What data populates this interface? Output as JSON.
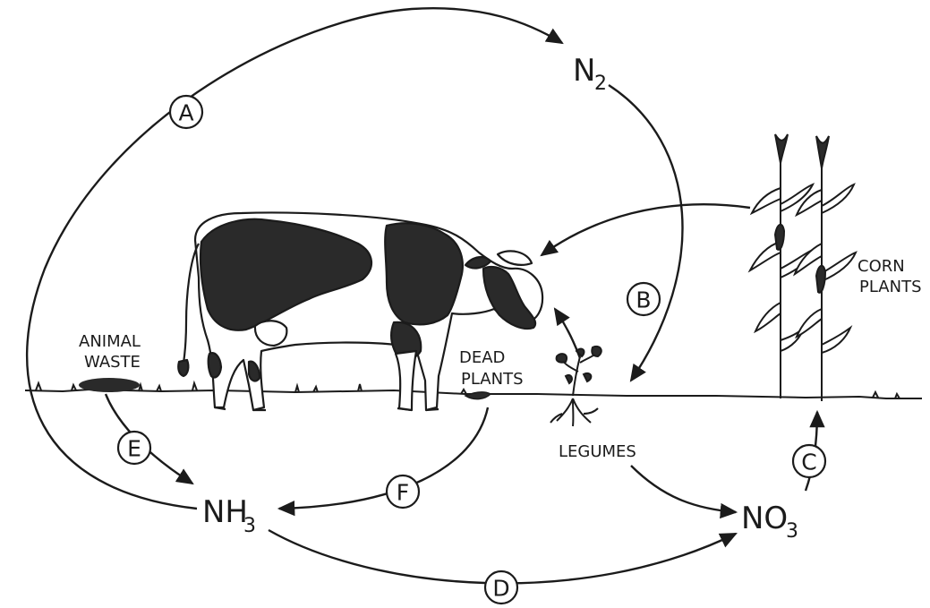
{
  "diagram": {
    "compounds": {
      "n2": {
        "base": "N",
        "sub": "2"
      },
      "nh3": {
        "base": "NH",
        "sub": "3"
      },
      "no3": {
        "base": "NO",
        "sub": "3"
      }
    },
    "process_labels": {
      "a": "A",
      "b": "B",
      "c": "C",
      "d": "D",
      "e": "E",
      "f": "F"
    },
    "labels": {
      "animal_waste": [
        "ANIMAL",
        "WASTE"
      ],
      "dead_plants": [
        "DEAD",
        "PLANTS"
      ],
      "corn_plants": [
        "CORN",
        "PLANTS"
      ],
      "legumes": "LEGUMES"
    }
  }
}
